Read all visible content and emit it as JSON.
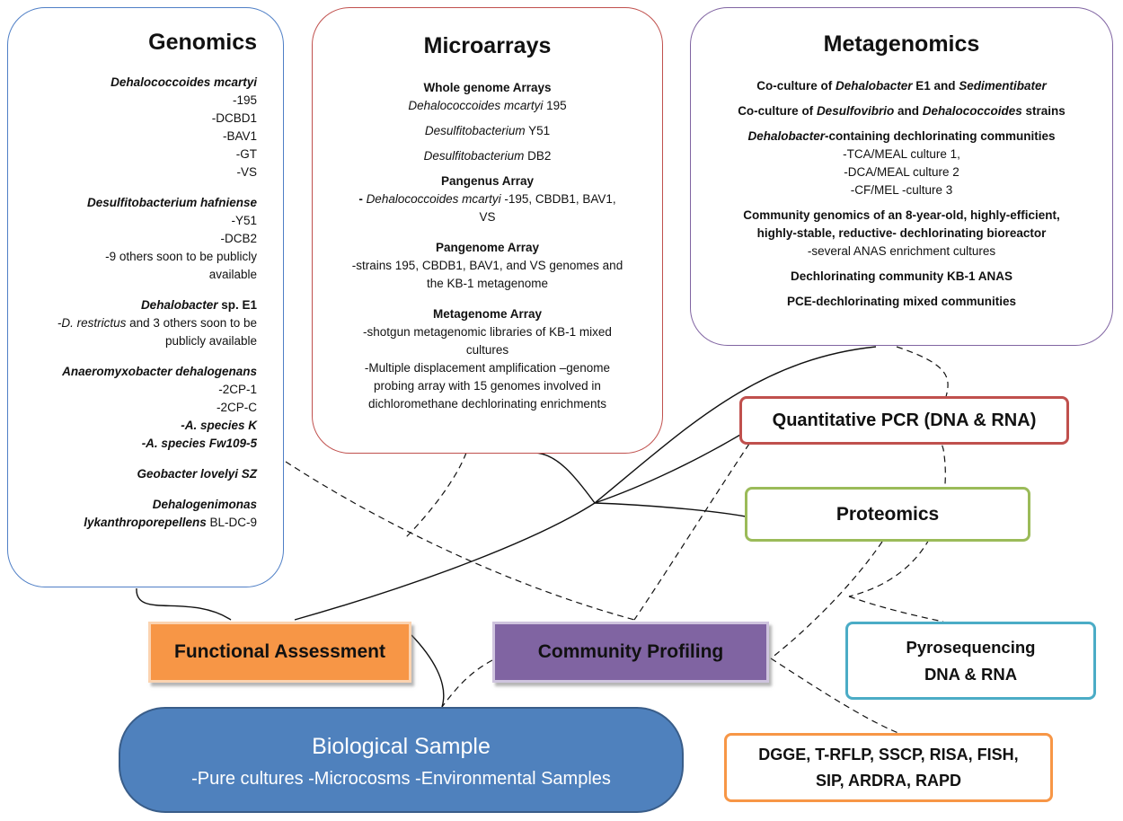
{
  "genomics": {
    "title": "Genomics",
    "dm_title": "Dehalococcoides mcartyi",
    "dm_strains": [
      "-195",
      "-DCBD1",
      "-BAV1",
      "-GT",
      "-VS"
    ],
    "dh_title": "Desulfitobacterium hafniense",
    "dh_strains": [
      "-Y51",
      "-DCB2",
      "-9 others soon to be  publicly",
      "available"
    ],
    "db_title_italic": "Dehalobacter",
    "db_title_rest": " sp. E1",
    "db_line1_italic": "-D. restrictus",
    "db_line1_rest": " and 3 others soon to be",
    "db_line2": "publicly available",
    "ad_title": "Anaeromyxobacter dehalogenans",
    "ad_strains": [
      "-2CP-1",
      "-2CP-C"
    ],
    "ad_k": "-A.  species K",
    "ad_fw": "-A.  species Fw109-5",
    "geobacter": "Geobacter lovelyi SZ",
    "dehalogenimonas": "Dehalogenimonas",
    "lyk_italic": "lykanthroporepellens",
    "lyk_rest": " BL-DC-9"
  },
  "microarrays": {
    "title": "Microarrays",
    "wg_title": "Whole genome Arrays",
    "wg_dm_italic": "Dehalococcoides mcartyi",
    "wg_dm_rest": " 195",
    "wg_ds1_italic": "Desulfitobacterium",
    "wg_ds1_rest": " Y51",
    "wg_ds2_italic": "Desulfitobacterium",
    "wg_ds2_rest": " DB2",
    "pangenus_title": "Pangenus Array",
    "pangenus_dash": "- ",
    "pangenus_italic": "Dehalococcoides mcartyi",
    "pangenus_rest": " -195, CBDB1, BAV1,",
    "pangenus_vs": "VS",
    "pangenome_title": "Pangenome Array",
    "pangenome_line1": "-strains 195, CBDB1, BAV1, and VS genomes and",
    "pangenome_line2": "the KB-1 metagenome",
    "metagenome_title": "Metagenome Array",
    "metagenome_lines": [
      "-shotgun metagenomic libraries of KB-1 mixed",
      "cultures",
      "-Multiple displacement amplification –genome",
      "probing array with 15 genomes involved in",
      "dichloromethane dechlorinating enrichments"
    ]
  },
  "metagenomics": {
    "title": "Metagenomics",
    "l1_a": "Co-culture of ",
    "l1_b_italic": "Dehalobacter",
    "l1_c": " E1 and ",
    "l1_d_italic": "Sedimentibater",
    "l2_a": "Co-culture of ",
    "l2_b_italic": "Desulfovibrio",
    "l2_c": " and ",
    "l2_d_italic": "Dehalococcoides",
    "l2_e": " strains",
    "l3_italic": "Dehalobacter",
    "l3_rest": "-containing dechlorinating communities",
    "cultures": [
      "-TCA/MEAL culture 1,",
      "-DCA/MEAL culture 2",
      "-CF/MEL -culture 3"
    ],
    "l4": "Community genomics of an 8-year-old, highly-efficient,",
    "l5": "highly-stable, reductive- dechlorinating bioreactor",
    "l6": "-several ANAS enrichment cultures",
    "l7": "Dechlorinating community KB-1 ANAS",
    "l8": "PCE-dechlorinating mixed communities"
  },
  "methods": {
    "qpcr": "Quantitative PCR  (DNA & RNA)",
    "proteomics": "Proteomics",
    "pyro_line1": "Pyrosequencing",
    "pyro_line2": "DNA & RNA",
    "dgge_line1": "DGGE, T-RFLP, SSCP, RISA, FISH,",
    "dgge_line2": "SIP, ARDRA, RAPD"
  },
  "functional": "Functional Assessment",
  "community": "Community Profiling",
  "bio": {
    "title": "Biological Sample",
    "subtitle": "-Pure cultures -Microcosms -Environmental Samples"
  },
  "colors": {
    "genomics_border": "#4f7fc6",
    "microarrays_border": "#c0504d",
    "metagenomics_border": "#8064a2",
    "qpcr_border": "#c0504d",
    "proteomics_border": "#9bbb59",
    "pyro_border": "#4bacc6",
    "dgge_border": "#f79646",
    "functional_fill": "#f79646",
    "community_fill": "#8064a2",
    "bio_fill": "#4f81bd"
  }
}
